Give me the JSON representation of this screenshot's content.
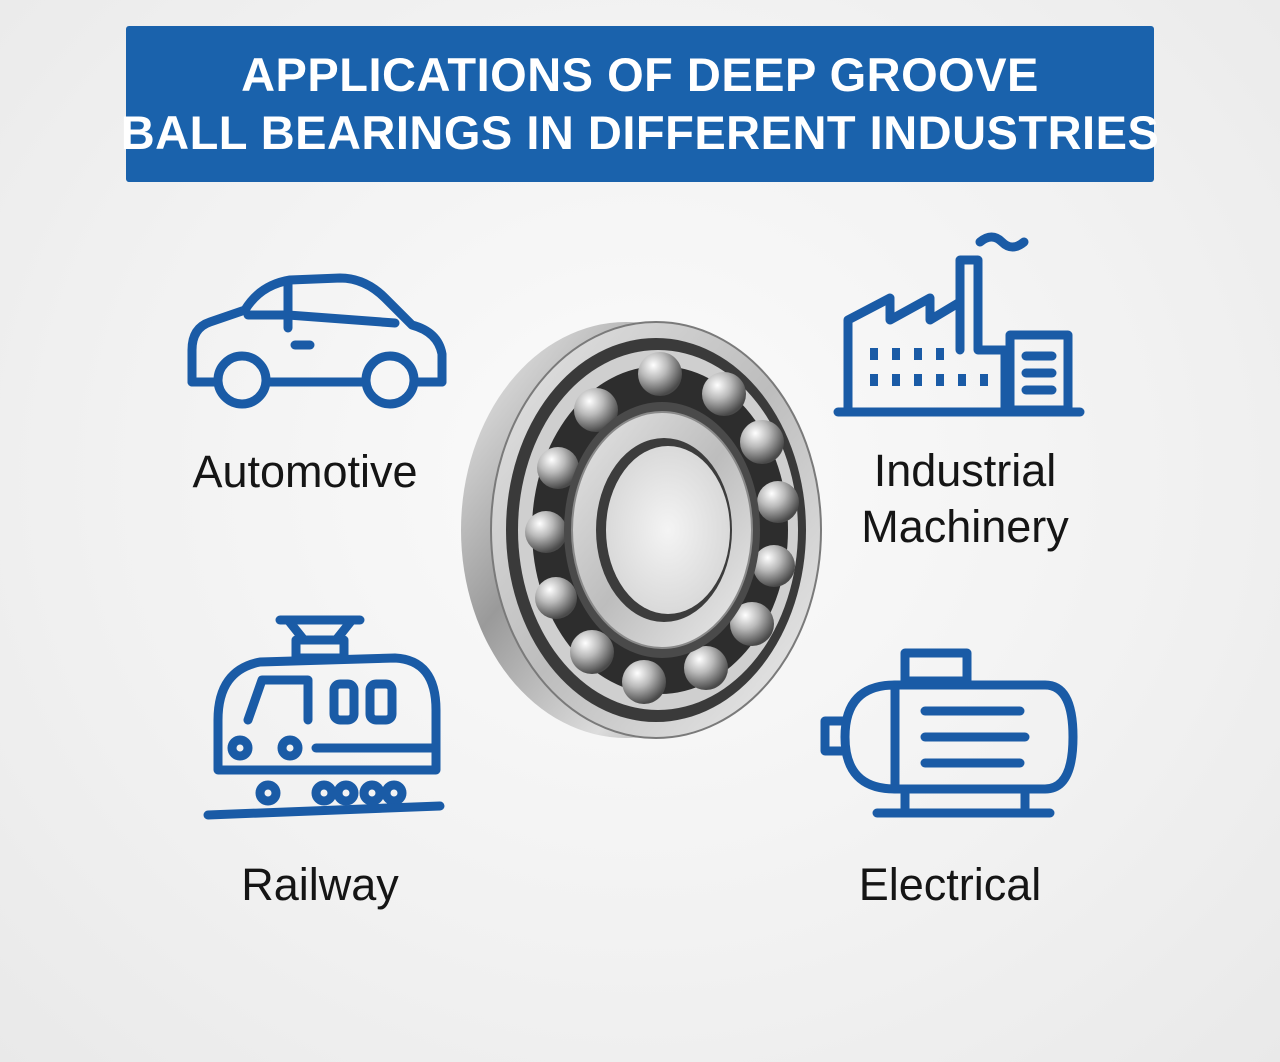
{
  "colors": {
    "accent": "#1a5ba6",
    "banner_bg": "#1a62ac",
    "banner_text": "#ffffff",
    "label_text": "#151515"
  },
  "banner": {
    "title_line1": "APPLICATIONS OF DEEP GROOVE",
    "title_line2": "BALL BEARINGS IN DIFFERENT INDUSTRIES"
  },
  "industries": [
    {
      "label": "Automotive",
      "icon": "car-icon"
    },
    {
      "label_line1": "Industrial",
      "label_line2": "Machinery",
      "icon": "factory-icon"
    },
    {
      "label": "Railway",
      "icon": "train-icon"
    },
    {
      "label": "Electrical",
      "icon": "electric-motor-icon"
    }
  ],
  "center_image": {
    "icon": "ball-bearing-illustration"
  }
}
